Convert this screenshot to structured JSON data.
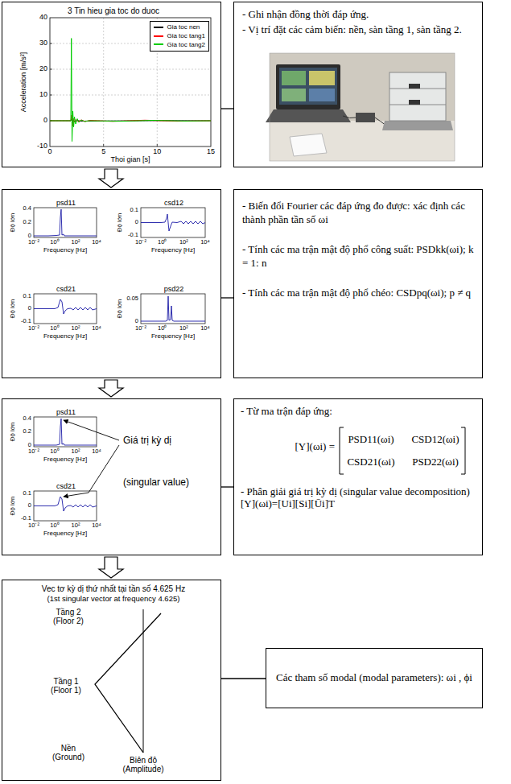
{
  "diagram": {
    "nodes": [
      {
        "text": [
          "3 Tin hieu gia toc do duoc"
        ]
      },
      {
        "text": [
          "- Ghi nhận đồng thời đáp ứng.",
          "- Vị trí đặt các cảm biến: nền, sàn tầng 1, sàn tầng 2."
        ]
      },
      {
        "text": [
          "psd11",
          "csd12",
          "csd21",
          "psd22"
        ]
      },
      {
        "text": [
          "- Biến đổi Fourier các đáp ứng đo được: xác định các thành phần tần số ωi",
          "- Tính các ma trận mật độ phổ công suất: PSDkk(ωi); k = 1: n",
          "- Tính các ma trận mật độ phổ chéo: CSDpq(ωi); p ≠ q"
        ]
      },
      {
        "text": [
          "psd11",
          "csd21",
          "Giá trị kỳ dị",
          "(singular value)"
        ]
      },
      {
        "text": [
          "- Từ ma trận đáp ứng:",
          "[Y](ωi) =",
          "PSD11(ωi)",
          "CSD12(ωi)",
          "CSD21(ωi)",
          "PSD22(ωi)",
          "- Phân giải giá trị kỳ dị (singular value decomposition) [Y](ωi)=[Ui][Si][Ūi]T"
        ]
      },
      {
        "text": [
          "Vec tơ kỳ dị thứ nhất tại tần số 4.625 Hz",
          "(1st singular vector at frequency 4.625)"
        ]
      },
      {
        "text": [
          "Các tham số modal (modal parameters): ωi , ϕi"
        ]
      }
    ],
    "edges": [
      {
        "from": 0,
        "to": 1,
        "arrow": "none"
      },
      {
        "from": 0,
        "to": 2,
        "arrow": "to"
      },
      {
        "from": 2,
        "to": 3,
        "arrow": "none"
      },
      {
        "from": 2,
        "to": 4,
        "arrow": "to"
      },
      {
        "from": 4,
        "to": 5,
        "arrow": "none"
      },
      {
        "from": 4,
        "to": 6,
        "arrow": "to"
      },
      {
        "from": 6,
        "to": 7,
        "arrow": "none"
      }
    ],
    "labels": [
      "40",
      "30",
      "20",
      "10",
      "0",
      "-10",
      "0",
      "5",
      "10",
      "15",
      "Acceleration [m/s²]",
      "Thoi gian [s]",
      "0",
      "0.2",
      "0.4",
      "10⁻²",
      "10⁰",
      "10²",
      "10⁴",
      "Độ lớn",
      "Frequency [Hz]",
      "-0.1",
      "0",
      "0.1",
      "10⁻²",
      "10⁰",
      "10²",
      "10⁴",
      "Độ lớn",
      "Frequency [Hz]",
      "-0.1",
      "0",
      "0.1",
      "10⁻²",
      "10⁰",
      "10²",
      "10⁴",
      "Độ lớn",
      "Frequency [Hz]",
      "0",
      "0.05",
      "10⁻²",
      "10⁰",
      "10²",
      "10⁴",
      "Độ lớn",
      "Frequency [Hz]",
      "0",
      "0.2",
      "0.4",
      "10⁻²",
      "10⁰",
      "10²",
      "10⁴",
      "Độ lớn",
      "Frequency [Hz]",
      "-0.1",
      "0",
      "0.1",
      "10⁻²",
      "10⁰",
      "10²",
      "10⁴",
      "Độ lớn",
      "Frequency [Hz]",
      "Tầng 2 (Floor 2)",
      "Tầng 1 (Floor 1)",
      "Nền (Ground)",
      "Biên độ (Amplitude)"
    ],
    "legend": [
      {
        "text": "Gia toc nen",
        "color": "#000000"
      },
      {
        "text": "Gia toc tang1",
        "color": "#ff0000"
      },
      {
        "text": "Gia toc tang2",
        "color": "#00cc00"
      }
    ]
  }
}
